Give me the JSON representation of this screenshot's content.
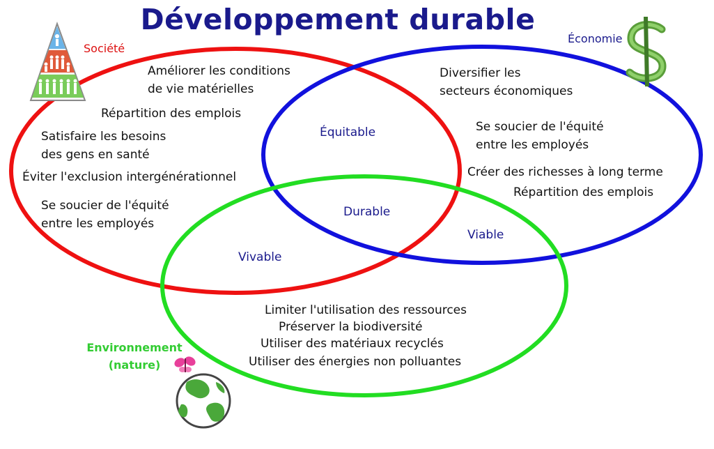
{
  "title": "Développement durable",
  "colors": {
    "society": "#ee1111",
    "economy": "#1111dd",
    "environment": "#22dd22",
    "title": "#1a1a8c",
    "zone_label": "#1a1a8c",
    "env_label": "#33cc33",
    "economy_label": "#1a1a8c",
    "society_label": "#dd1111"
  },
  "icons": {
    "society": "people-pyramid-icon",
    "economy": "dollar-sign-icon",
    "environment": "earth-globe-icon",
    "butterfly": "butterfly-icon"
  },
  "circles": {
    "society": {
      "label": "Société"
    },
    "economy": {
      "label": "Économie"
    },
    "environment": {
      "label_line1": "Environnement",
      "label_line2": "(nature)"
    }
  },
  "overlaps": {
    "equitable": "Équitable",
    "durable": "Durable",
    "viable": "Viable",
    "vivable": "Vivable"
  },
  "society_items": [
    "Améliorer les conditions",
    "de vie matérielles",
    "Répartition des emplois",
    "Satisfaire les besoins",
    "des gens en santé",
    "Éviter l'exclusion intergénérationnel",
    "Se soucier de l'équité",
    "entre les employés"
  ],
  "economy_items": [
    "Diversifier les",
    "secteurs économiques",
    "Se soucier de l'équité",
    "entre les employés",
    "Créer des richesses à long terme",
    "Répartition des emplois"
  ],
  "environment_items": [
    "Limiter l'utilisation des ressources",
    "Préserver la biodiversité",
    "Utiliser des matériaux recyclés",
    "Utiliser des énergies non polluantes"
  ]
}
